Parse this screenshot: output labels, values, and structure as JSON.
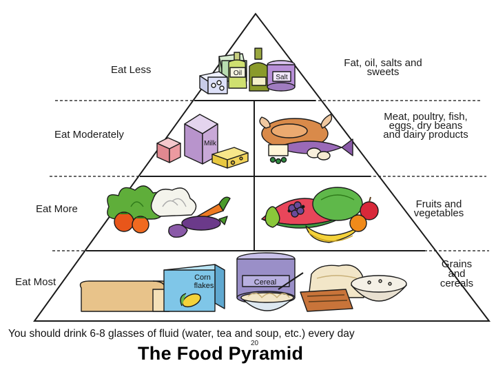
{
  "title": "The Food Pyramid",
  "page_number": "20",
  "footer_note": "You should drink 6-8 glasses of fluid (water, tea and soup, etc.) every day",
  "tiers": [
    {
      "level": "Eat Less",
      "group_lines": [
        "Fat, oil, salts and",
        "sweets"
      ],
      "labels_on_items": [
        "Oil",
        "Salt"
      ]
    },
    {
      "level": "Eat Moderately",
      "group_lines": [
        "Meat, poultry, fish,",
        "eggs, dry beans",
        "and dairy products"
      ],
      "labels_on_items": [
        "Milk"
      ]
    },
    {
      "level": "Eat More",
      "group_lines": [
        "Fruits and",
        "vegetables"
      ],
      "labels_on_items": []
    },
    {
      "level": "Eat Most",
      "group_lines": [
        "Grains",
        "and",
        "cereals"
      ],
      "labels_on_items": [
        "Corn",
        "flakes",
        "Cereal"
      ]
    }
  ],
  "colors": {
    "outline": "#1a1a1a",
    "divider": "#333333",
    "bread": "#e8c38a",
    "cheese": "#f2d35a",
    "milk": "#c9a9d8",
    "meat": "#d98a4a",
    "watermelon": "#e8465a",
    "rind": "#3f9a3f",
    "banana": "#f4d23a",
    "carrot": "#ee7a22",
    "eggplant": "#6b3a8a",
    "lettuce": "#5fae3a",
    "box_blue": "#7fc6e8",
    "cereal_tub": "#9a8fc8",
    "oil_bottle": "#8a9a2a",
    "salt_shaker": "#b88fd8",
    "pasta": "#f2e6c8",
    "grater": "#c8743a"
  },
  "icons": [
    "butter-icon",
    "oil-bottle-icon",
    "salt-shaker-icon",
    "sugar-cubes-icon",
    "milk-carton-icon",
    "cheese-icon",
    "poultry-icon",
    "fish-icon",
    "eggs-icon",
    "lettuce-icon",
    "carrot-icon",
    "tomato-icon",
    "eggplant-icon",
    "watermelon-icon",
    "banana-icon",
    "grapes-icon",
    "apple-icon",
    "bread-icon",
    "corn-flakes-box-icon",
    "cereal-tub-icon",
    "noodle-bowl-icon",
    "flour-sack-icon",
    "rice-bowl-icon"
  ]
}
